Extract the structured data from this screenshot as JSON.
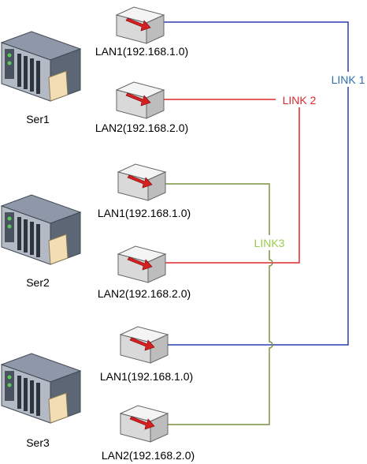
{
  "servers": [
    {
      "label": "Ser1"
    },
    {
      "label": "Ser2"
    },
    {
      "label": "Ser3"
    }
  ],
  "switches": [
    {
      "label": "LAN1(192.168.1.0)"
    },
    {
      "label": "LAN2(192.168.2.0)"
    },
    {
      "label": "LAN1(192.168.1.0)"
    },
    {
      "label": "LAN2(192.168.2.0)"
    },
    {
      "label": "LAN1(192.168.1.0)"
    },
    {
      "label": "LAN2(192.168.2.0)"
    }
  ],
  "links": [
    {
      "label": "LINK 1",
      "color": "#2a3db0",
      "label_color": "#2f6fb0"
    },
    {
      "label": "LINK 2",
      "color": "#e0282c",
      "label_color": "#e0282c"
    },
    {
      "label": "LINK3",
      "color": "#7a9440",
      "label_color": "#9acd4a"
    }
  ],
  "icons": {
    "server": "server-icon",
    "switch": "network-switch-icon"
  }
}
